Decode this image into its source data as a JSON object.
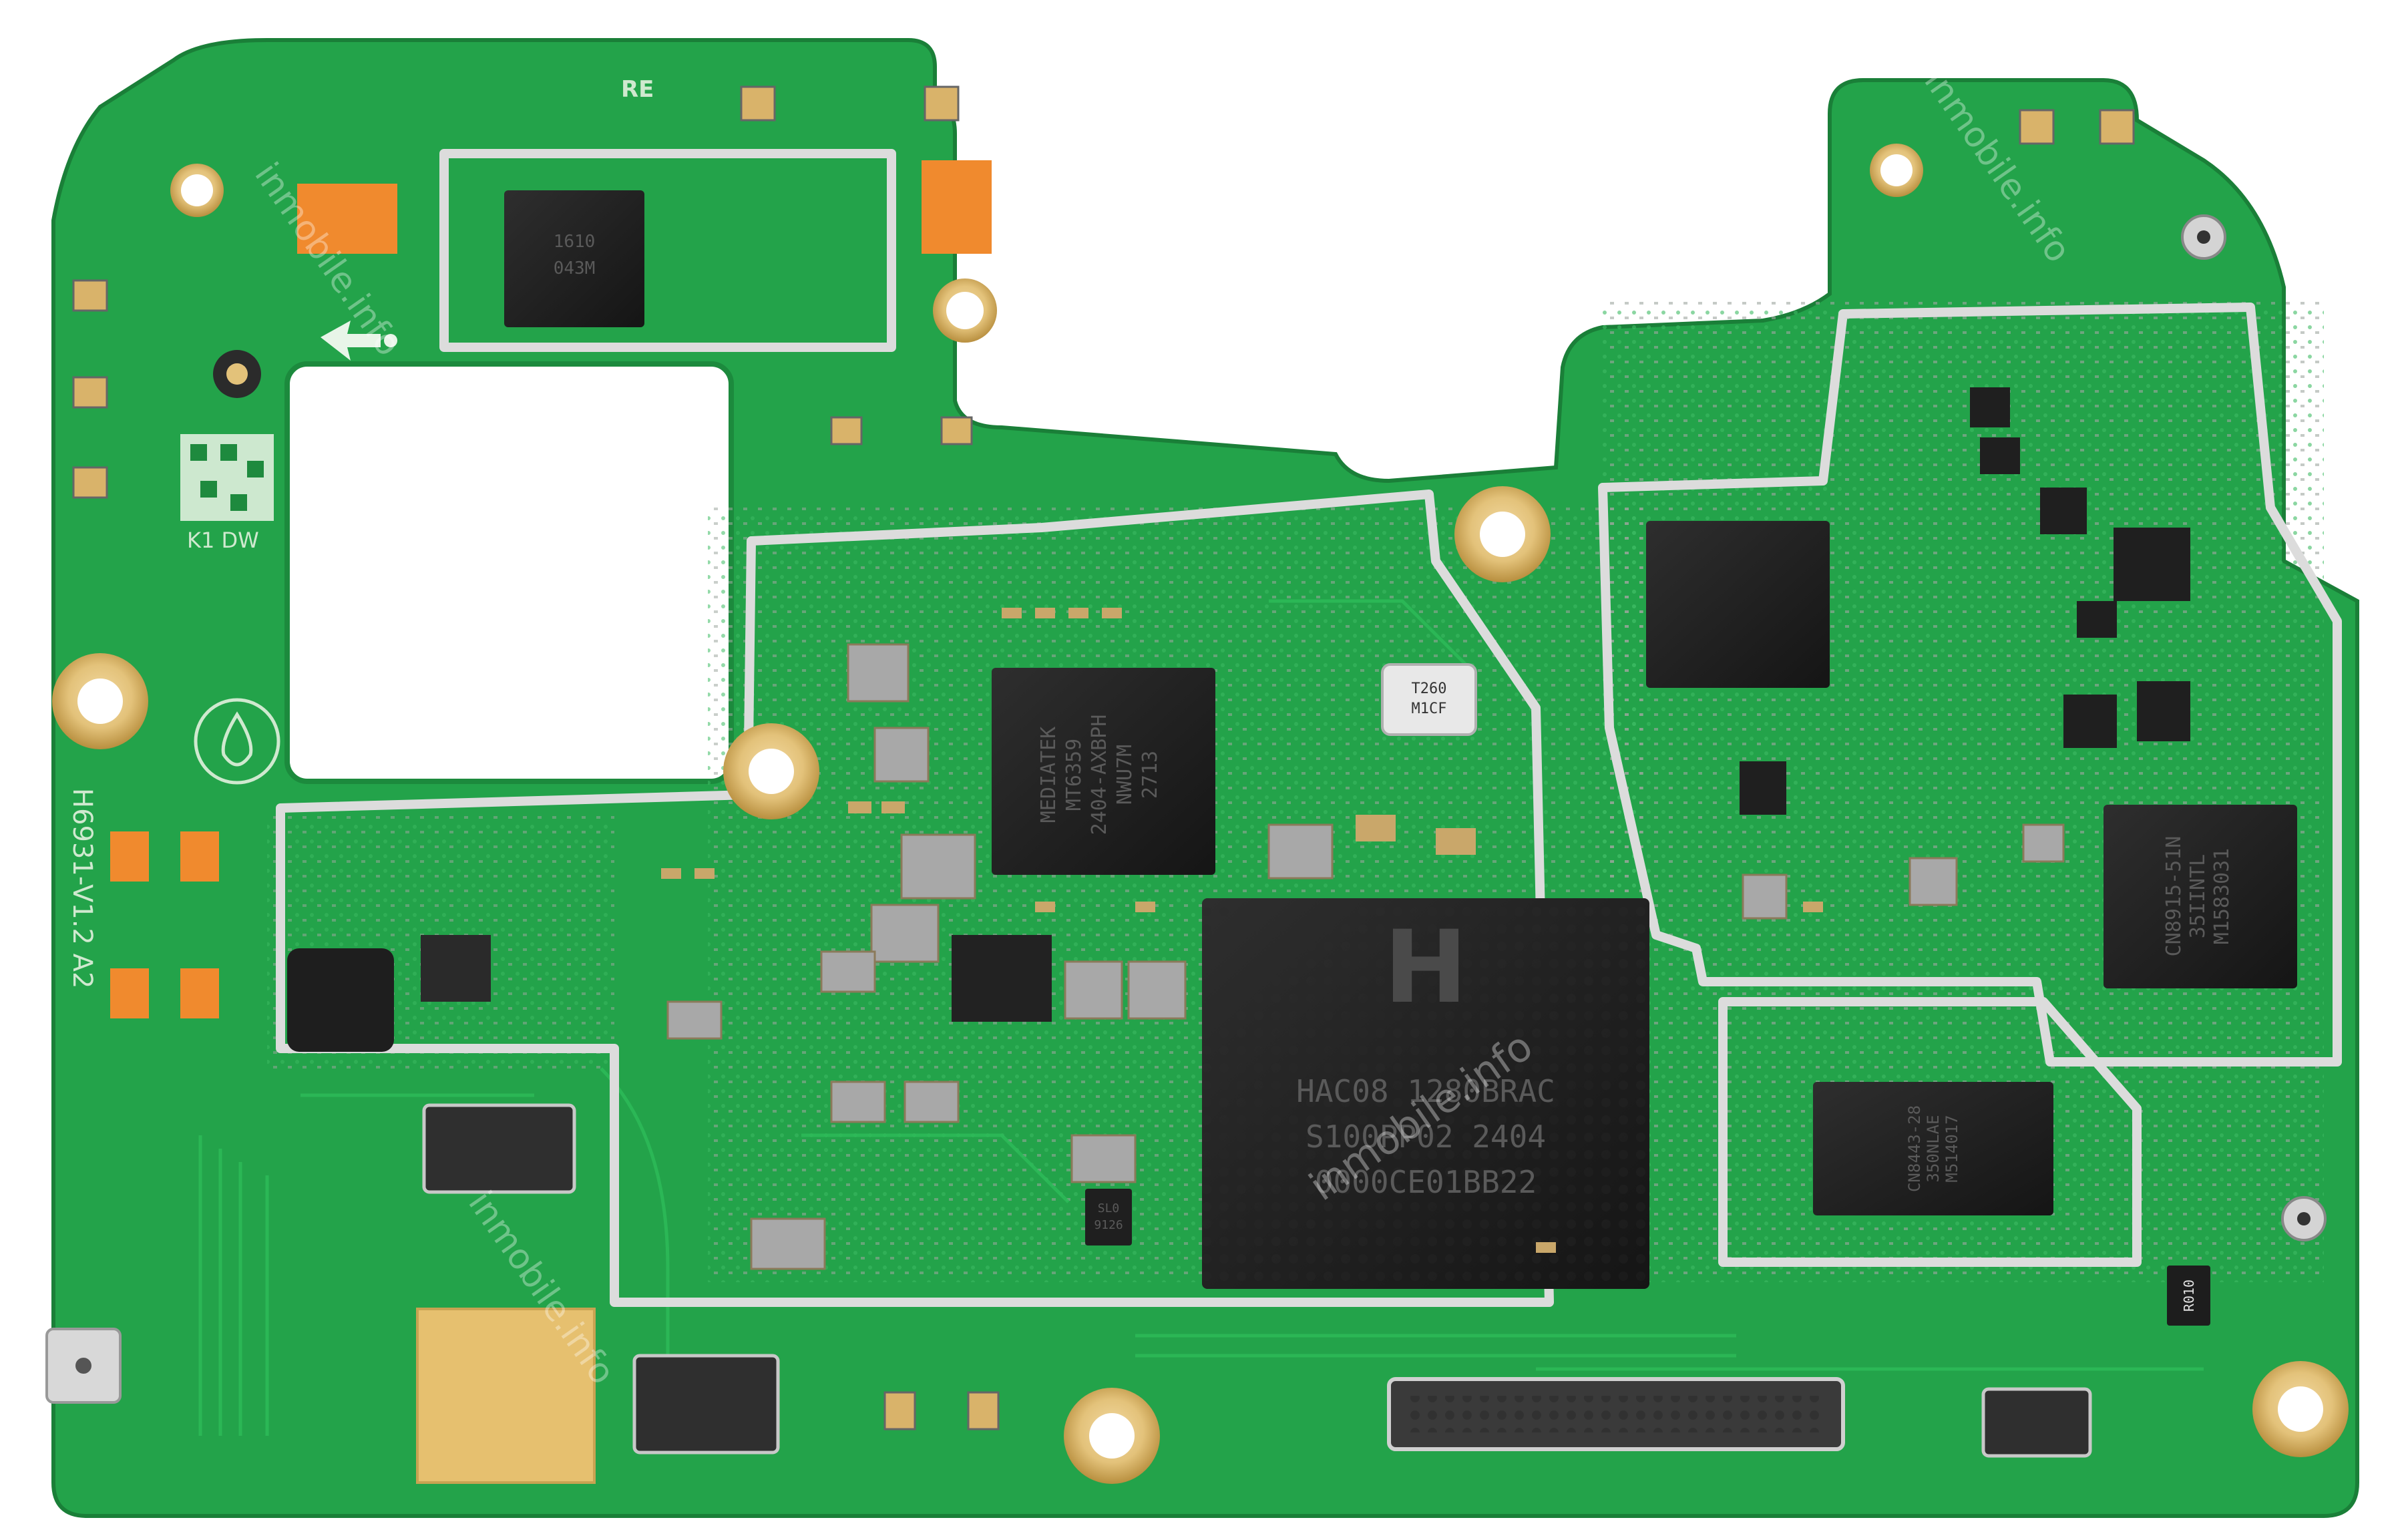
{
  "board": {
    "revision": "H6931-V1.2 A2",
    "rf_mark": "RE",
    "qr_mark": "K1 DW",
    "resistor_mark": "R010",
    "crystal_lines": [
      "T260",
      "M1CF"
    ]
  },
  "chips": {
    "soc_lines": [
      "HAC08 1280BRAC",
      "S100PP02 2404",
      "0000CE01BB22"
    ],
    "pmic_lines": [
      "MEDIATEK",
      "MT6359",
      "2404-AXBPH",
      "NWU7M",
      "2713"
    ],
    "ram_lines": [
      "CN8915-51N",
      "35IINTL",
      "M1583031"
    ],
    "rom_lines": [
      "CN8443-28",
      "350NLAE",
      "M514017"
    ],
    "small_lines": [
      "SL0",
      "9126"
    ],
    "top_lines": [
      "1610",
      "043M"
    ]
  },
  "watermark": [
    "inmobile.info",
    "inmobile.info",
    "inmobile.info",
    "inmobile.info",
    "inmobile.info"
  ],
  "colors": {
    "pcb": "#23a34a",
    "pcb_dark": "#1b8a3c",
    "shield": "#dcdcdc",
    "gold": "#e3c27a",
    "copper_pad": "#f08a2e",
    "chip": "#1f1f1f"
  }
}
